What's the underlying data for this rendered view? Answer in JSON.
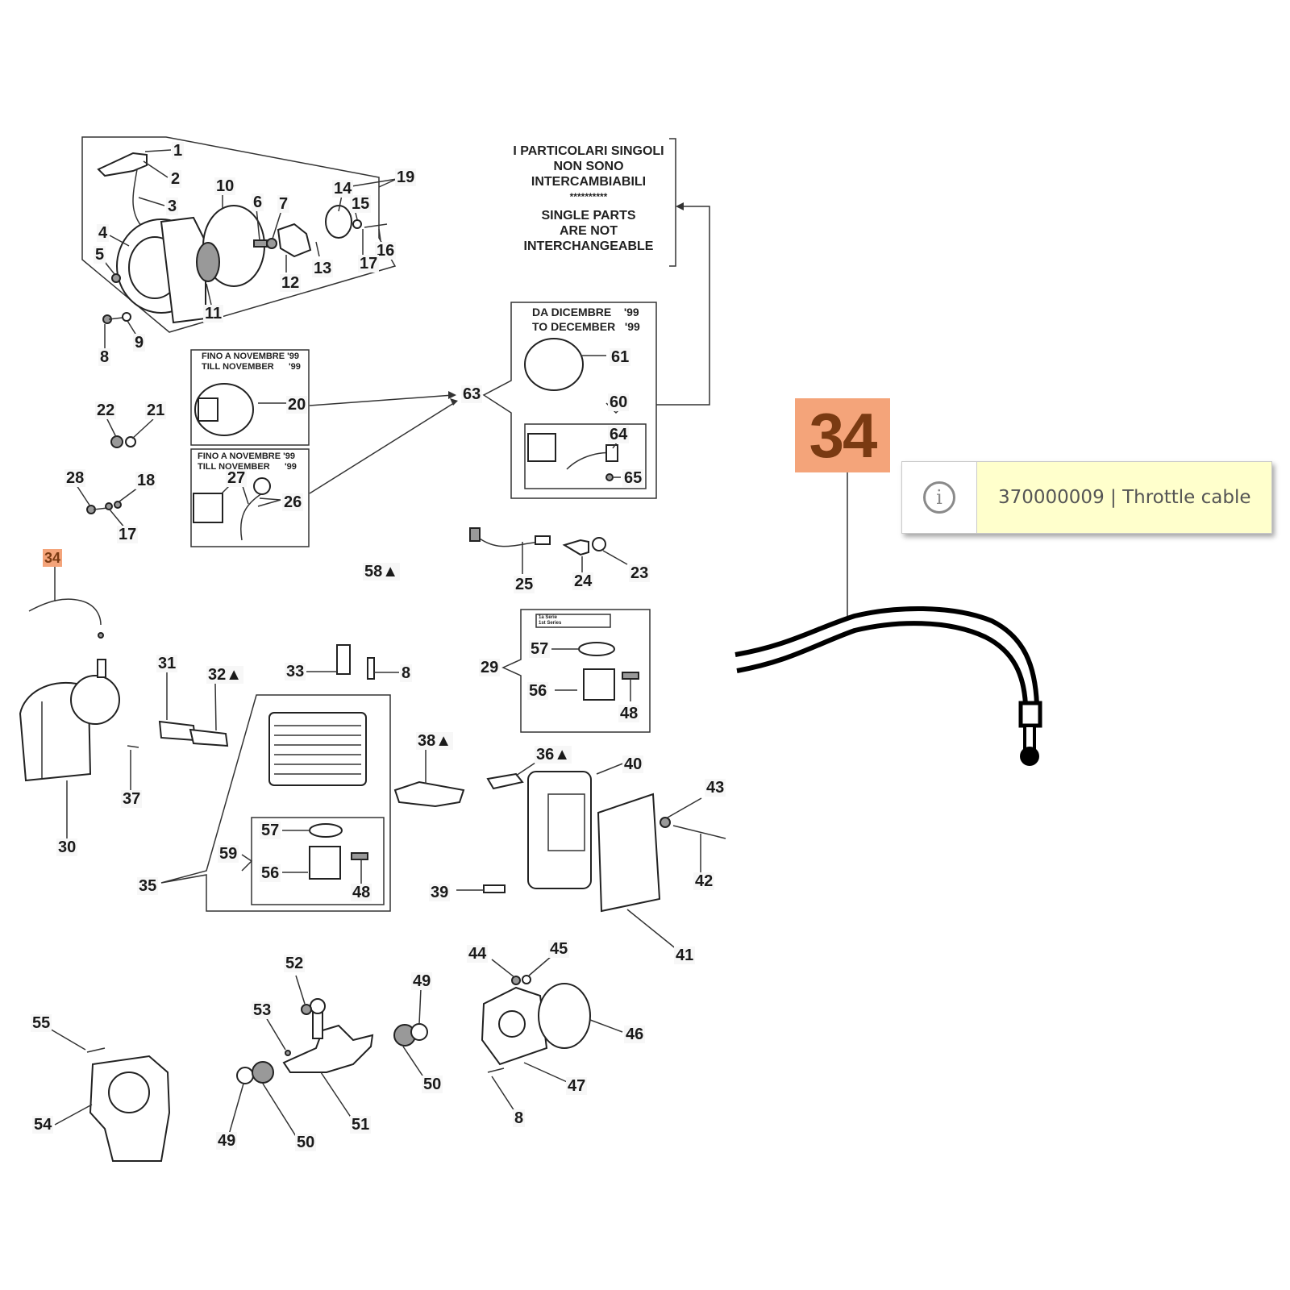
{
  "diagram": {
    "title": "Exploded parts diagram - engine",
    "labels": [
      {
        "id": "1",
        "text": "1"
      },
      {
        "id": "2",
        "text": "2"
      },
      {
        "id": "3",
        "text": "3"
      },
      {
        "id": "4",
        "text": "4"
      },
      {
        "id": "5",
        "text": "5"
      },
      {
        "id": "6",
        "text": "6"
      },
      {
        "id": "7",
        "text": "7"
      },
      {
        "id": "8a",
        "text": "8"
      },
      {
        "id": "9",
        "text": "9"
      },
      {
        "id": "10",
        "text": "10"
      },
      {
        "id": "11",
        "text": "11"
      },
      {
        "id": "12",
        "text": "12"
      },
      {
        "id": "13",
        "text": "13"
      },
      {
        "id": "14",
        "text": "14"
      },
      {
        "id": "15",
        "text": "15"
      },
      {
        "id": "16",
        "text": "16"
      },
      {
        "id": "17a",
        "text": "17"
      },
      {
        "id": "19",
        "text": "19"
      },
      {
        "id": "20",
        "text": "20"
      },
      {
        "id": "21",
        "text": "21"
      },
      {
        "id": "22",
        "text": "22"
      },
      {
        "id": "23",
        "text": "23"
      },
      {
        "id": "24",
        "text": "24"
      },
      {
        "id": "25",
        "text": "25"
      },
      {
        "id": "26",
        "text": "26"
      },
      {
        "id": "27",
        "text": "27"
      },
      {
        "id": "28",
        "text": "28"
      },
      {
        "id": "18",
        "text": "18"
      },
      {
        "id": "17b",
        "text": "17"
      },
      {
        "id": "29",
        "text": "29"
      },
      {
        "id": "30",
        "text": "30"
      },
      {
        "id": "31",
        "text": "31"
      },
      {
        "id": "32",
        "text": "32▲"
      },
      {
        "id": "33",
        "text": "33"
      },
      {
        "id": "8b",
        "text": "8"
      },
      {
        "id": "34",
        "text": "34"
      },
      {
        "id": "35",
        "text": "35"
      },
      {
        "id": "36",
        "text": "36▲"
      },
      {
        "id": "37",
        "text": "37"
      },
      {
        "id": "38",
        "text": "38▲"
      },
      {
        "id": "39",
        "text": "39"
      },
      {
        "id": "40",
        "text": "40"
      },
      {
        "id": "41",
        "text": "41"
      },
      {
        "id": "42",
        "text": "42"
      },
      {
        "id": "43",
        "text": "43"
      },
      {
        "id": "44",
        "text": "44"
      },
      {
        "id": "45",
        "text": "45"
      },
      {
        "id": "46",
        "text": "46"
      },
      {
        "id": "47",
        "text": "47"
      },
      {
        "id": "8c",
        "text": "8"
      },
      {
        "id": "48a",
        "text": "48"
      },
      {
        "id": "56a",
        "text": "56"
      },
      {
        "id": "57a",
        "text": "57"
      },
      {
        "id": "48b",
        "text": "48"
      },
      {
        "id": "56b",
        "text": "56"
      },
      {
        "id": "57b",
        "text": "57"
      },
      {
        "id": "59",
        "text": "59"
      },
      {
        "id": "49a",
        "text": "49"
      },
      {
        "id": "50a",
        "text": "50"
      },
      {
        "id": "49b",
        "text": "49"
      },
      {
        "id": "50b",
        "text": "50"
      },
      {
        "id": "51",
        "text": "51"
      },
      {
        "id": "52",
        "text": "52"
      },
      {
        "id": "53",
        "text": "53"
      },
      {
        "id": "54",
        "text": "54"
      },
      {
        "id": "55",
        "text": "55"
      },
      {
        "id": "58",
        "text": "58▲"
      },
      {
        "id": "60",
        "text": "60"
      },
      {
        "id": "61",
        "text": "61"
      },
      {
        "id": "63",
        "text": "63"
      },
      {
        "id": "64",
        "text": "64"
      },
      {
        "id": "65",
        "text": "65"
      }
    ],
    "notice": {
      "it_lines": [
        "I PARTICOLARI SINGOLI",
        "NON SONO",
        "INTERCAMBIABILI"
      ],
      "separator": "**********",
      "en_lines": [
        "SINGLE PARTS",
        "ARE NOT",
        "INTERCHANGEABLE"
      ]
    },
    "box_headers": {
      "till_nov_1": "FINO A NOVEMBRE '99\nTILL NOVEMBER      '99",
      "till_nov_2": "FINO A NOVEMBRE '99\nTILL NOVEMBER      '99",
      "from_dec": "DA DICEMBRE    '99\nTO DECEMBER   '99",
      "series": "1a Serie\n1st Series"
    },
    "highlighted_part": "34"
  },
  "callout": {
    "number": "34"
  },
  "tooltip": {
    "icon": "info-icon",
    "text": "370000009 | Throttle cable",
    "part_code": "370000009",
    "part_name": "Throttle cable"
  },
  "colors": {
    "highlight": "#f4a47a",
    "highlight_text": "#7a3a12",
    "tooltip_bg": "#ffffcc"
  }
}
